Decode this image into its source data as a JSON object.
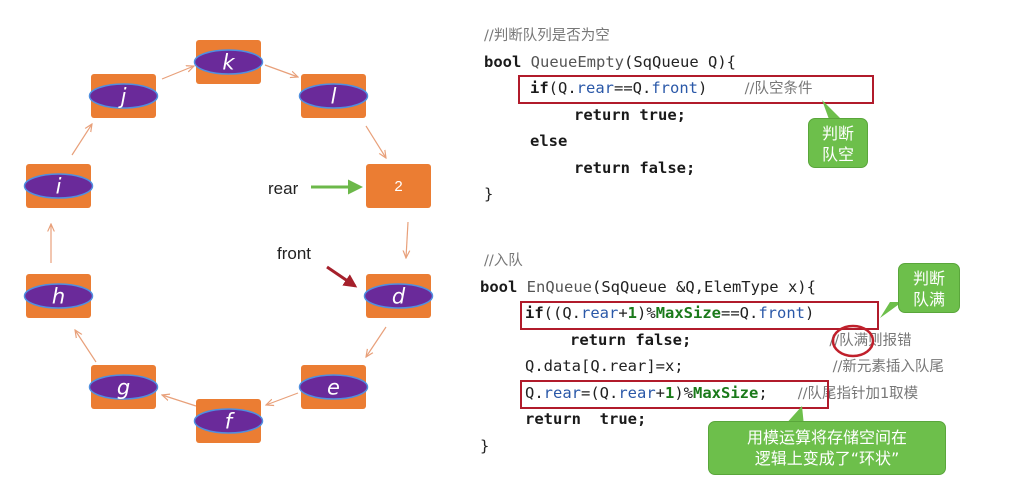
{
  "queue": {
    "nodes": [
      {
        "label": "k",
        "style": "oval"
      },
      {
        "label": "l",
        "style": "oval"
      },
      {
        "label": "2",
        "style": "plain"
      },
      {
        "label": "d",
        "style": "oval"
      },
      {
        "label": "e",
        "style": "oval"
      },
      {
        "label": "f",
        "style": "oval"
      },
      {
        "label": "g",
        "style": "oval"
      },
      {
        "label": "h",
        "style": "oval"
      },
      {
        "label": "i",
        "style": "oval"
      },
      {
        "label": "j",
        "style": "oval"
      }
    ],
    "rear_label": "rear",
    "front_label": "front"
  },
  "colors": {
    "node_fill": "#eb7d33",
    "oval_fill": "#6a2a9a",
    "oval_stroke": "#4f8fe0",
    "arrow": "#e8a07a",
    "rear_arrow": "#6cb84a",
    "front_arrow": "#a5202b",
    "highlight": "#b11b2b",
    "callout": "#6dbf4b"
  },
  "code_empty": {
    "comment": "//判断队列是否为空",
    "l1_kw": "bool ",
    "l1_fn": "QueueEmpty",
    "l1_rest": "(SqQueue Q){",
    "l2_kw": "if",
    "l2_a": "(Q.",
    "l2_b": "rear",
    "l2_c": "==Q.",
    "l2_d": "front",
    "l2_e": ")    ",
    "l2_cm": "//队空条件",
    "l3": "return true;",
    "l4": "else",
    "l5": "return false;",
    "l6": "}"
  },
  "code_enqueue": {
    "comment": "//入队",
    "l1_kw": "bool ",
    "l1_fn": "EnQueue",
    "l1_rest": "(SqQueue &Q,ElemType x){",
    "l2_kw": "if",
    "l2_a": "((Q.",
    "l2_b": "rear",
    "l2_c": "+",
    "l2_d": "1",
    "l2_e": ")%",
    "l2_f": "MaxSize",
    "l2_g": "==Q.",
    "l2_h": "front",
    "l2_i": ")",
    "l3": "return false;",
    "l3_cm": "//队满则报错",
    "l4": "Q.data[Q.rear]=x;",
    "l4_cm": "//新元素插入队尾",
    "l5_a": "Q.",
    "l5_b": "rear",
    "l5_c": "=(Q.",
    "l5_d": "rear",
    "l5_e": "+",
    "l5_f": "1",
    "l5_g": ")%",
    "l5_h": "MaxSize",
    "l5_i": ";",
    "l5_cm": "//队尾指针加1取模",
    "l6": "return  true;",
    "l7": "}"
  },
  "callouts": {
    "empty_line1": "判断",
    "empty_line2": "队空",
    "full_line1": "判断",
    "full_line2": "队满",
    "mod_line1": "用模运算将存储空间在",
    "mod_line2": "逻辑上变成了“环状”"
  }
}
